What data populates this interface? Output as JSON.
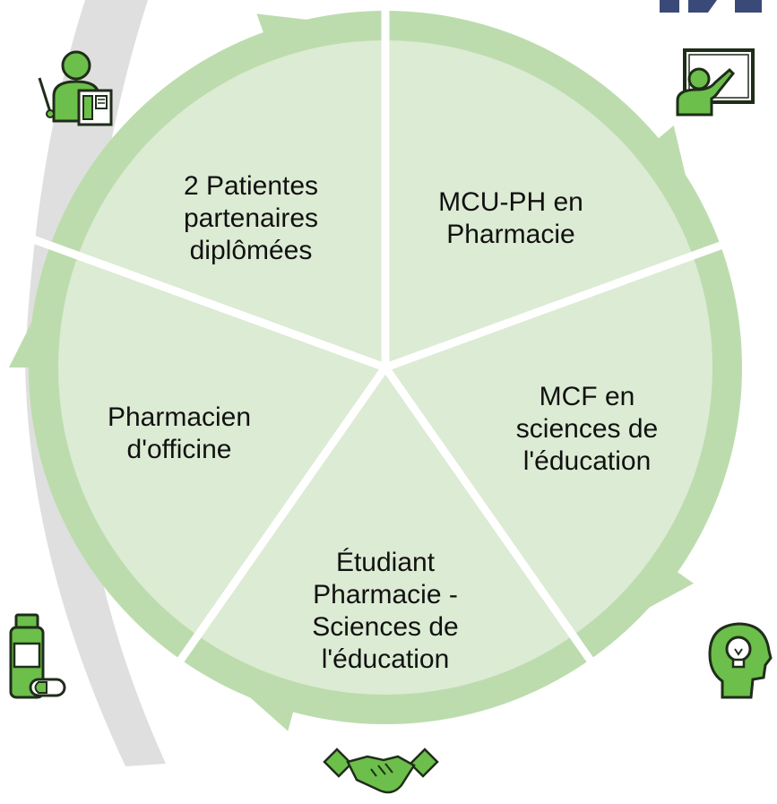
{
  "diagram": {
    "segments": [
      {
        "id": "patients",
        "label": "2 Patientes\npartenaires\ndiplômées"
      },
      {
        "id": "mcu",
        "label": "MCU-PH en\nPharmacie"
      },
      {
        "id": "mcf",
        "label": "MCF en\nsciences de\nl'éducation"
      },
      {
        "id": "etudiant",
        "label": "Étudiant\nPharmacie -\nSciences de\nl'éducation"
      },
      {
        "id": "pharmacien",
        "label": "Pharmacien\nd'officine"
      }
    ],
    "icons": [
      "teacher-icon",
      "presentation-icon",
      "head-lightbulb-icon",
      "handshake-icon",
      "medicine-bottle-icon"
    ]
  },
  "colors": {
    "segment_fill": "#dcebd3",
    "ring_arrow": "#bcdcae",
    "separator": "#ffffff",
    "icon_green": "#6cbf4a",
    "icon_dark": "#1f2d1a",
    "background_arc": "#d9d9d9",
    "corner_accent": "#3a4a78",
    "label_text": "#111111"
  }
}
